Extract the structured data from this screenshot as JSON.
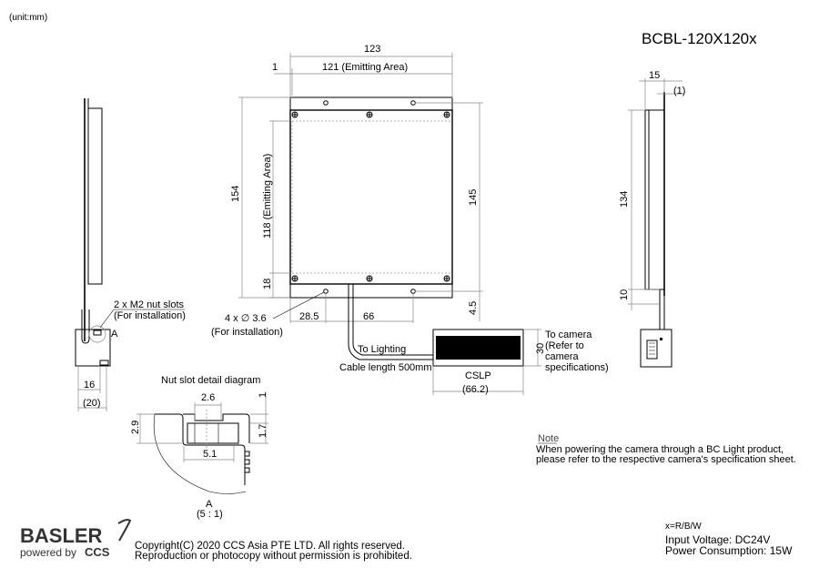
{
  "unit": "(unit:mm)",
  "model": "BCBL-120X120x",
  "front_view": {
    "width": "123",
    "emitting_width": "121 (Emitting Area)",
    "edge_offset": "1",
    "height": "154",
    "emitting_height": "118 (Emitting Area)",
    "bottom_margin": "18",
    "hole_pitch_v": "145",
    "hole_offset": "4.5",
    "hole_x1": "28.5",
    "hole_pitch_h": "66",
    "holes_label": "4 x ∅ 3.6",
    "holes_note": "(For installation)",
    "cable_to": "To Lighting",
    "cable_length": "Cable length 500mm"
  },
  "connector": {
    "name": "CSLP",
    "width": "(66.2)",
    "height": "30",
    "note": [
      "To camera",
      "(Refer to",
      "camera",
      "specifications)"
    ]
  },
  "left_view": {
    "slots_label": "2 x M2 nut slots",
    "slots_note": "(For installation)",
    "detail_mark": "A",
    "dim_16": "16",
    "dim_20": "(20)"
  },
  "right_view": {
    "dim_15": "15",
    "dim_1": "(1)",
    "dim_134": "134",
    "dim_10": "10"
  },
  "nut_detail": {
    "title": "Nut slot detail diagram",
    "dim_26": "2.6",
    "dim_1": "1",
    "dim_29": "2.9",
    "dim_17": "1.7",
    "dim_51": "5.1",
    "label": "A",
    "scale": "(5 : 1)"
  },
  "note": {
    "title": "Note",
    "line1": "When powering the camera through a BC Light product,",
    "line2": "please refer to the respective camera's specification sheet."
  },
  "specs": {
    "variants": "x=R/B/W",
    "voltage": "Input Voltage: DC24V",
    "power": "Power Consumption: 15W"
  },
  "logo": {
    "brand": "BASLER",
    "powered": "powered by",
    "partner": "CCS"
  },
  "copyright": {
    "line1": "Copyright(C) 2020 CCS Asia PTE LTD. All rights reserved.",
    "line2": "Reproduction or photocopy without permission is prohibited."
  }
}
